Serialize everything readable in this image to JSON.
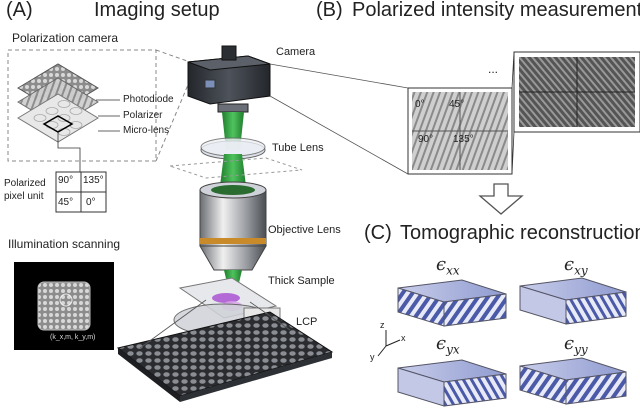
{
  "panels": {
    "a": {
      "letter": "(A)",
      "title": "Imaging setup",
      "polarization_camera_label": "Polarization camera",
      "layers": [
        "Photodiode",
        "Polarizer",
        "Micro-lens"
      ],
      "pixel_unit_label": [
        "Polarized",
        "pixel unit"
      ],
      "pixel_angles": [
        "90°",
        "135°",
        "45°",
        "0°"
      ],
      "illumination_label": "Illumination scanning",
      "k_label": "(k",
      "k_full": "(k_x,m, k_y,m)",
      "components": [
        "Camera",
        "Tube Lens",
        "Objective Lens",
        "Thick Sample",
        "LCP"
      ]
    },
    "b": {
      "letter": "(B)",
      "title": "Polarized intensity measurements",
      "tile_angles": [
        "0°",
        "45°",
        "90°",
        "135°"
      ],
      "ellipsis": "..."
    },
    "c": {
      "letter": "(C)",
      "title": "Tomographic reconstruction",
      "tensors": [
        {
          "base": "ϵ",
          "sub": "xx"
        },
        {
          "base": "ϵ",
          "sub": "xy"
        },
        {
          "base": "ϵ",
          "sub": "yx"
        },
        {
          "base": "ϵ",
          "sub": "yy"
        }
      ],
      "axes": [
        "z",
        "x",
        "y"
      ]
    }
  },
  "colors": {
    "beam_green": "#2f9b3a",
    "lens_orange": "#c98a2a",
    "sample_purple": "#b36ad6",
    "wave_blue": "#5f6fb8",
    "dark_housing": "#3a3d42"
  }
}
